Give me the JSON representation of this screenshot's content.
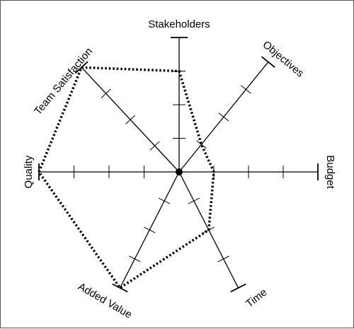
{
  "diagram": {
    "type": "radar",
    "levels": 4,
    "axes": [
      {
        "key": "stakeholders",
        "label": "Stakeholders"
      },
      {
        "key": "objectives",
        "label": "Objectives"
      },
      {
        "key": "budget",
        "label": "Budget"
      },
      {
        "key": "time",
        "label": "Time"
      },
      {
        "key": "added_value",
        "label": "Added Value"
      },
      {
        "key": "quality",
        "label": "Quality"
      },
      {
        "key": "team_satisfaction",
        "label": "Team Satisfaction"
      }
    ],
    "profile": [
      {
        "axis": "stakeholders",
        "level": 3
      },
      {
        "axis": "objectives",
        "level": 1
      },
      {
        "axis": "budget",
        "level": 1
      },
      {
        "axis": "time",
        "level": 2
      },
      {
        "axis": "added_value",
        "level": 4
      },
      {
        "axis": "quality",
        "level": 4
      },
      {
        "axis": "team_satisfaction",
        "level": 4
      }
    ],
    "colors": {
      "line": "#000000",
      "center": "#000000"
    }
  }
}
